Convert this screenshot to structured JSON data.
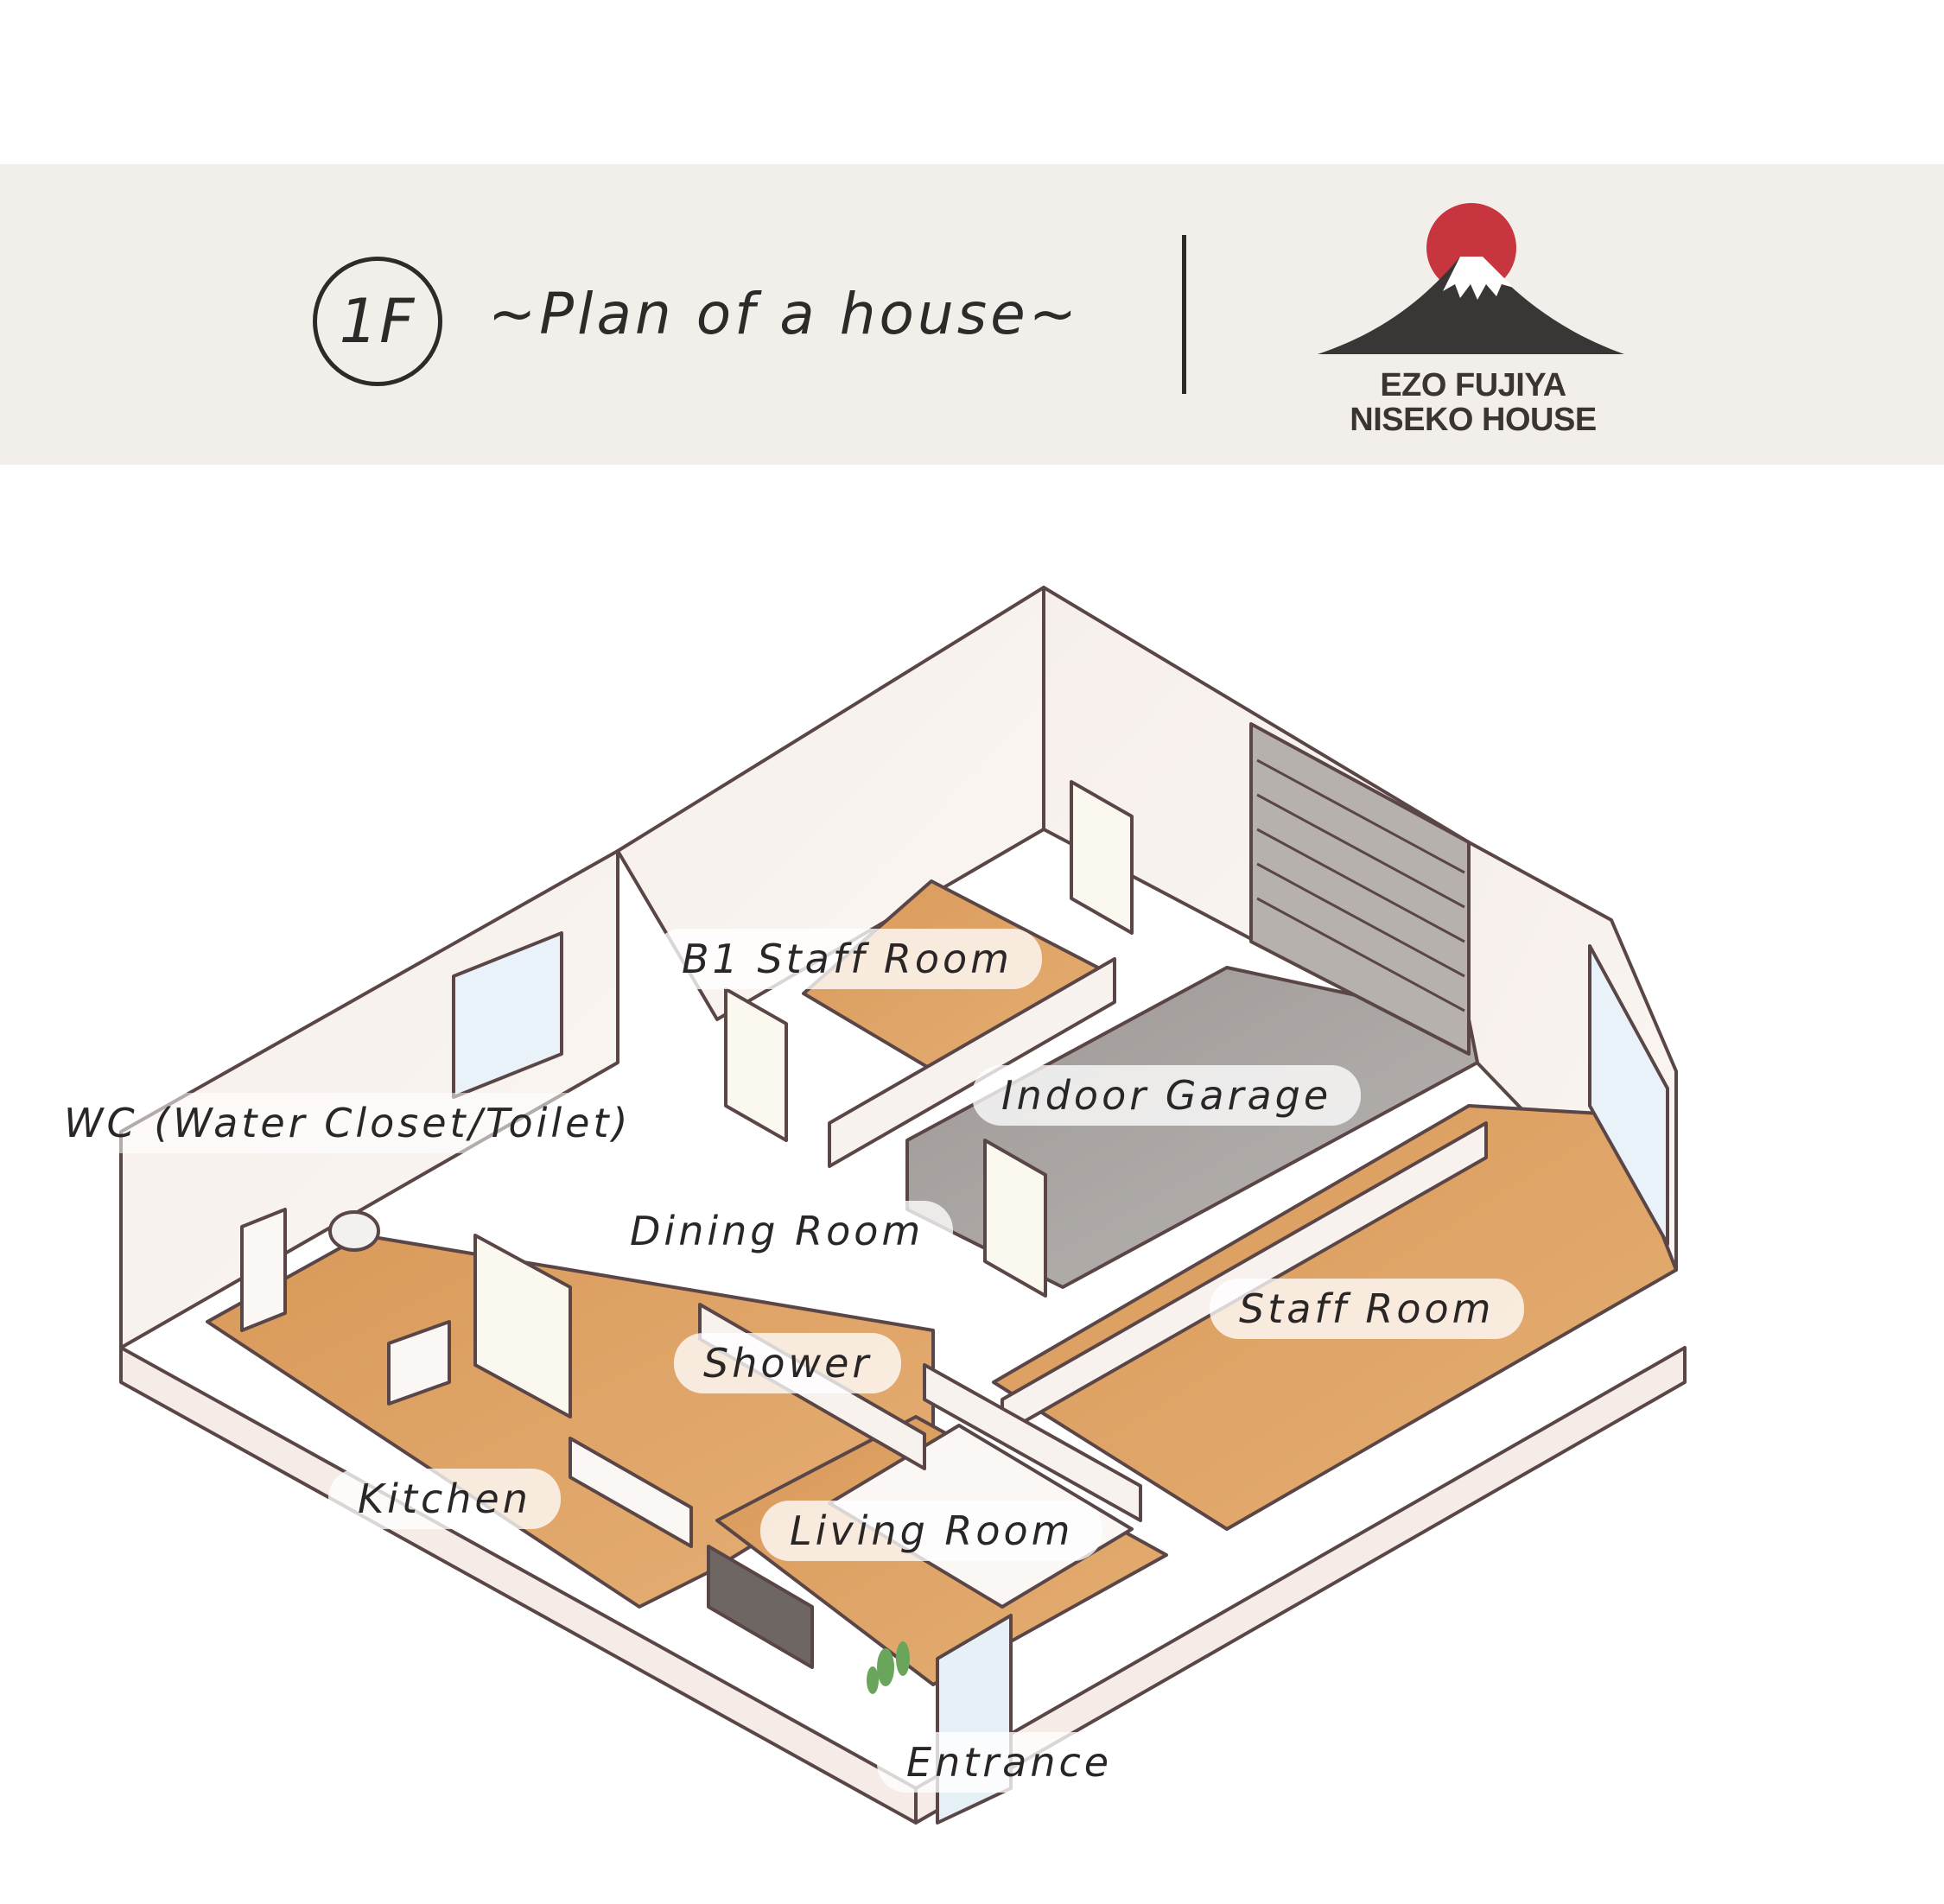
{
  "header": {
    "floor_badge": "1F",
    "title": "~Plan of a house~"
  },
  "logo": {
    "name_line1": "EZO FUJIYA",
    "name_line2": "NISEKO HOUSE",
    "sun_color": "#c7363f",
    "mountain_color": "#3b3636",
    "snow_color": "#ffffff"
  },
  "colors": {
    "banner_bg": "#f2efeb",
    "floor_wood": "#dfa263",
    "garage_floor": "#a9a5a2",
    "wall": "#f7f0ec",
    "outline": "#5a4646"
  },
  "rooms": [
    {
      "id": "b1-staff-room",
      "label": "B1 Staff Room"
    },
    {
      "id": "indoor-garage",
      "label": "Indoor Garage"
    },
    {
      "id": "wc",
      "label": "WC (Water Closet/Toilet)"
    },
    {
      "id": "dining-room",
      "label": "Dining Room"
    },
    {
      "id": "staff-room",
      "label": "Staff Room"
    },
    {
      "id": "shower",
      "label": "Shower"
    },
    {
      "id": "kitchen",
      "label": "Kitchen"
    },
    {
      "id": "living-room",
      "label": "Living Room"
    },
    {
      "id": "entrance",
      "label": "Entrance"
    }
  ]
}
